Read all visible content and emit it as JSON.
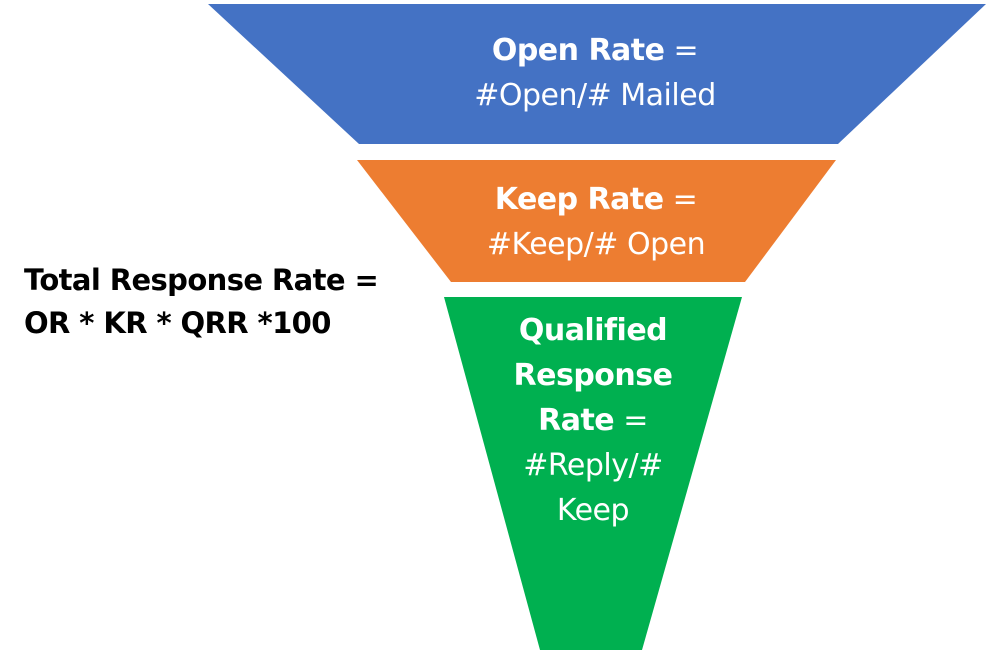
{
  "colors": {
    "open_fill": "#4472C4",
    "keep_fill": "#ED7D31",
    "qualified_fill": "#00B050",
    "text_on_shape": "#FFFFFF",
    "total_text": "#000000"
  },
  "stages": {
    "open": {
      "name": "Open Rate",
      "equals": " =",
      "formula": "#Open/# Mailed"
    },
    "keep": {
      "name": "Keep Rate",
      "equals": " =",
      "formula": "#Keep/# Open"
    },
    "qualified": {
      "name_line1": "Qualified",
      "name_line2": "Response",
      "name_line3": "Rate",
      "equals": " =",
      "formula_line1": "#Reply/#",
      "formula_line2": "Keep"
    }
  },
  "total": {
    "line1": "Total Response Rate =",
    "line2": "OR * KR * QRR *100"
  }
}
